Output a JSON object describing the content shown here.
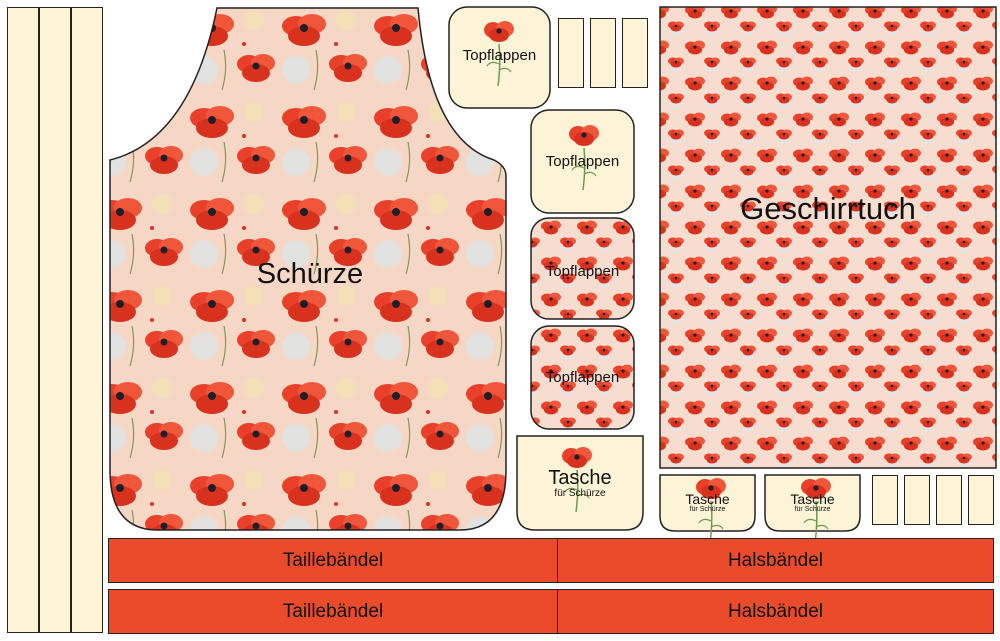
{
  "apron": {
    "label": "Schürze"
  },
  "tea_towel": {
    "label": "Geschirrtuch"
  },
  "pot_holders": [
    "Topflappen",
    "Topflappen",
    "Topflappen",
    "Topflappen"
  ],
  "pockets": [
    {
      "title": "Tasche",
      "sub": "für Schürze"
    },
    {
      "title": "Tasche",
      "sub": "für Schürze"
    },
    {
      "title": "Tasche",
      "sub": "für Schürze"
    }
  ],
  "ties": [
    {
      "left": "Taillebändel",
      "right": "Halsbändel"
    },
    {
      "left": "Taillebändel",
      "right": "Halsbändel"
    }
  ],
  "colors": {
    "cream": "#fdf3d6",
    "tie_red": "#ea4b2a",
    "poppy": "#e23a1e",
    "outline": "#222222"
  }
}
